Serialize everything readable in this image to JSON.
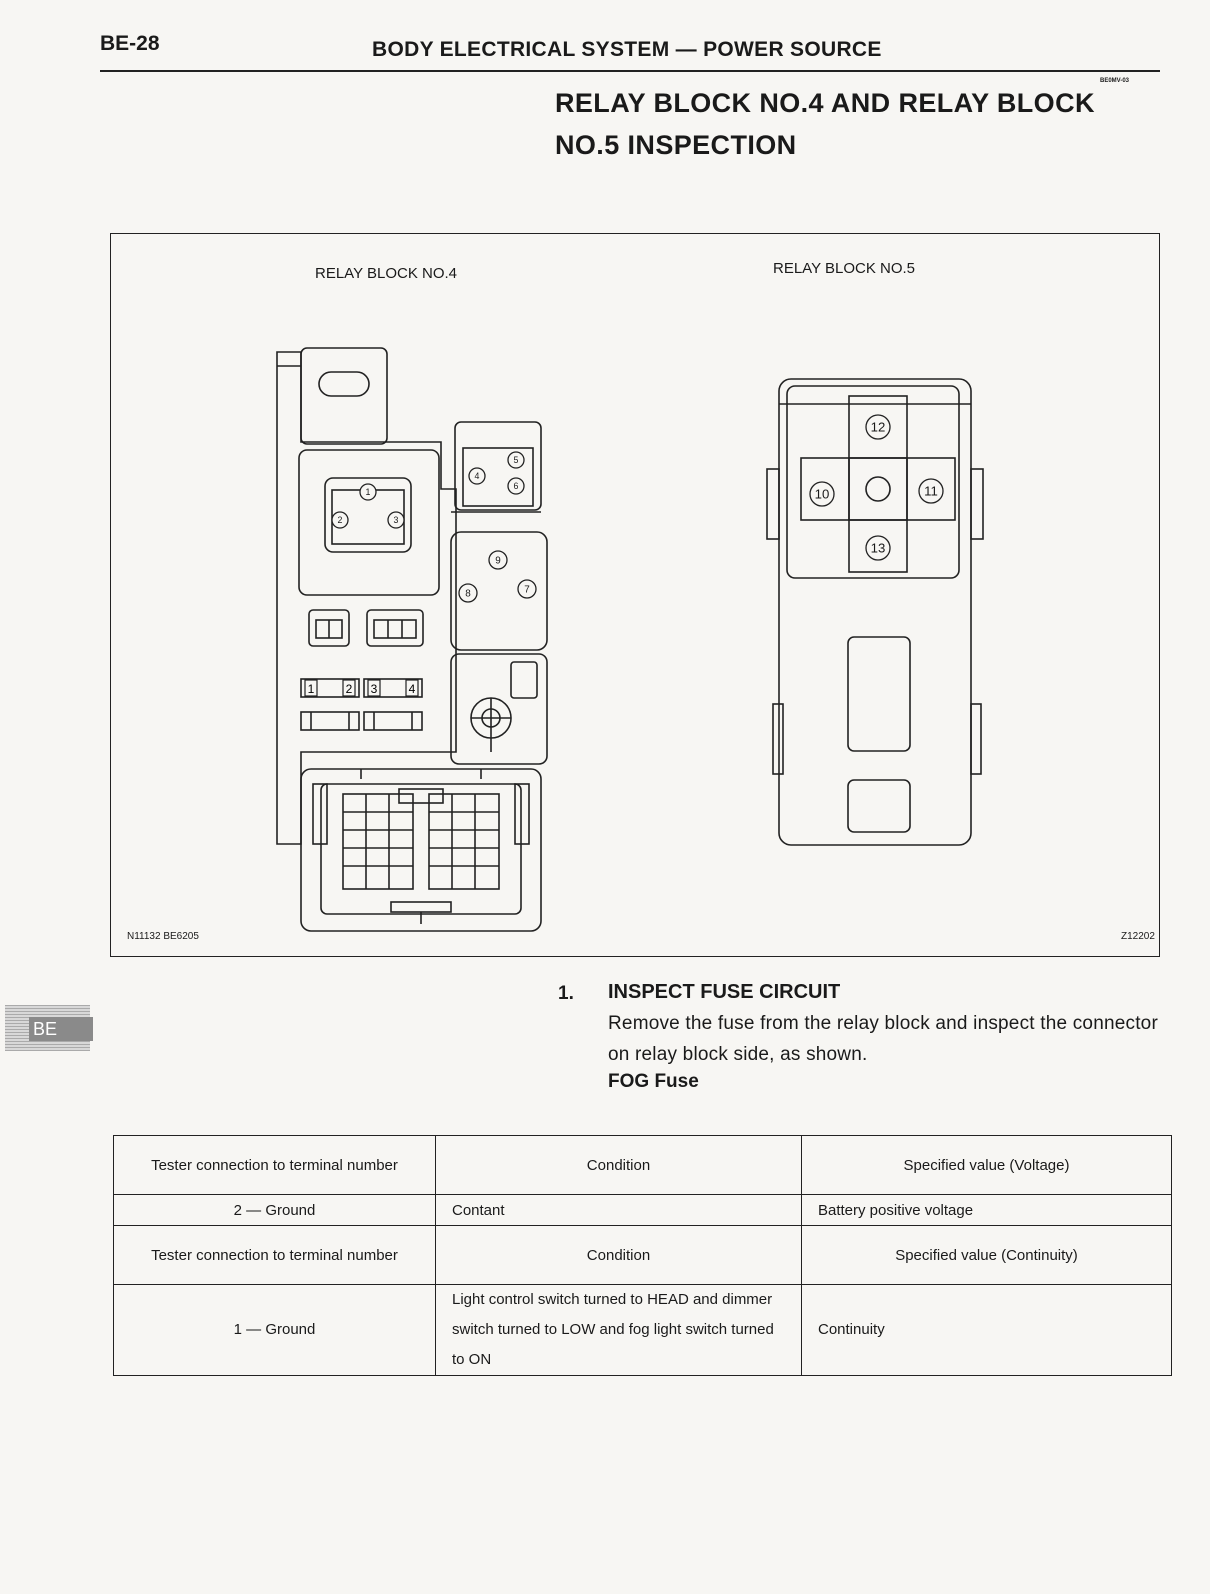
{
  "header": {
    "page_number": "BE-28",
    "title": "BODY ELECTRICAL SYSTEM — POWER SOURCE",
    "section_code": "BE0MV-03"
  },
  "section": {
    "title_line1": "RELAY BLOCK NO.4 AND RELAY BLOCK",
    "title_line2": "NO.5 INSPECTION"
  },
  "figure": {
    "label_left": "RELAY BLOCK NO.4",
    "label_right": "RELAY BLOCK NO.5",
    "code_left": "N11132 BE6205",
    "code_right": "Z12202",
    "block4_terminals": [
      "1",
      "2",
      "3",
      "4",
      "5",
      "6",
      "7",
      "8",
      "9"
    ],
    "block4_fuse_numbers": [
      "1",
      "2",
      "3",
      "4"
    ],
    "block5_terminals": [
      "10",
      "11",
      "12",
      "13"
    ]
  },
  "side_tab": {
    "label": "BE"
  },
  "step": {
    "number": "1.",
    "title": "INSPECT FUSE CIRCUIT",
    "body": "Remove the fuse from the relay block and inspect the connector on relay block side, as shown.",
    "fuse_name": "FOG Fuse"
  },
  "table": {
    "voltage_header": {
      "col1": "Tester connection to terminal number",
      "col2": "Condition",
      "col3": "Specified value (Voltage)"
    },
    "voltage_row": {
      "terminal": "2 — Ground",
      "condition": "Contant",
      "value": "Battery positive voltage"
    },
    "continuity_header": {
      "col1": "Tester connection to terminal number",
      "col2": "Condition",
      "col3": "Specified value (Continuity)"
    },
    "continuity_row": {
      "terminal": "1 — Ground",
      "condition": "Light control switch turned to HEAD and dimmer switch turned to LOW and fog light switch turned to ON",
      "value": "Continuity"
    }
  }
}
